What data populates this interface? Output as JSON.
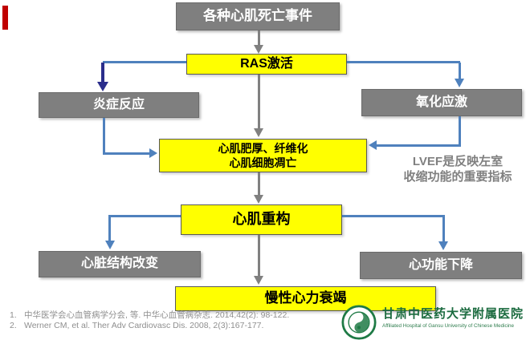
{
  "slide": {
    "colors": {
      "gray_box": "#7f7f7f",
      "yellow_box": "#ffff00",
      "blue_line": "#4f81bd",
      "navy_arrow": "#2b2e8c",
      "gray_arrow": "#808080",
      "accent_bar_red": "#c00000",
      "annotation_gray": "#808080",
      "logo_green": "#1b6b3f"
    }
  },
  "flowchart": {
    "nodes": {
      "death_events": "各种心肌死亡事件",
      "ras_activation": "RAS激活",
      "inflammation": "炎症反应",
      "oxidative_stress": "氧化应激",
      "hypertrophy_line1": "心肌肥厚、纤维化",
      "hypertrophy_line2": "心肌细胞凋亡",
      "remodeling": "心肌重构",
      "structure_change": "心脏结构改变",
      "function_decline": "心功能下降",
      "chronic_heart_failure": "慢性心力衰竭"
    }
  },
  "annotation": {
    "line1": "LVEF是反映左室",
    "line2": "收缩功能的重要指标"
  },
  "references": [
    {
      "num": "1.",
      "text": "中华医学会心血管病学分会, 等. 中华心血管病杂志. 2014,42(2): 98-122."
    },
    {
      "num": "2.",
      "text": "Werner CM, et al. Ther Adv Cardiovasc Dis. 2008, 2(3):167-177."
    }
  ],
  "logo": {
    "name_zh": "甘肃中医药大学附属医院",
    "name_en": "Affiliated Hospital of Gansu University of Chinese Medicine"
  }
}
